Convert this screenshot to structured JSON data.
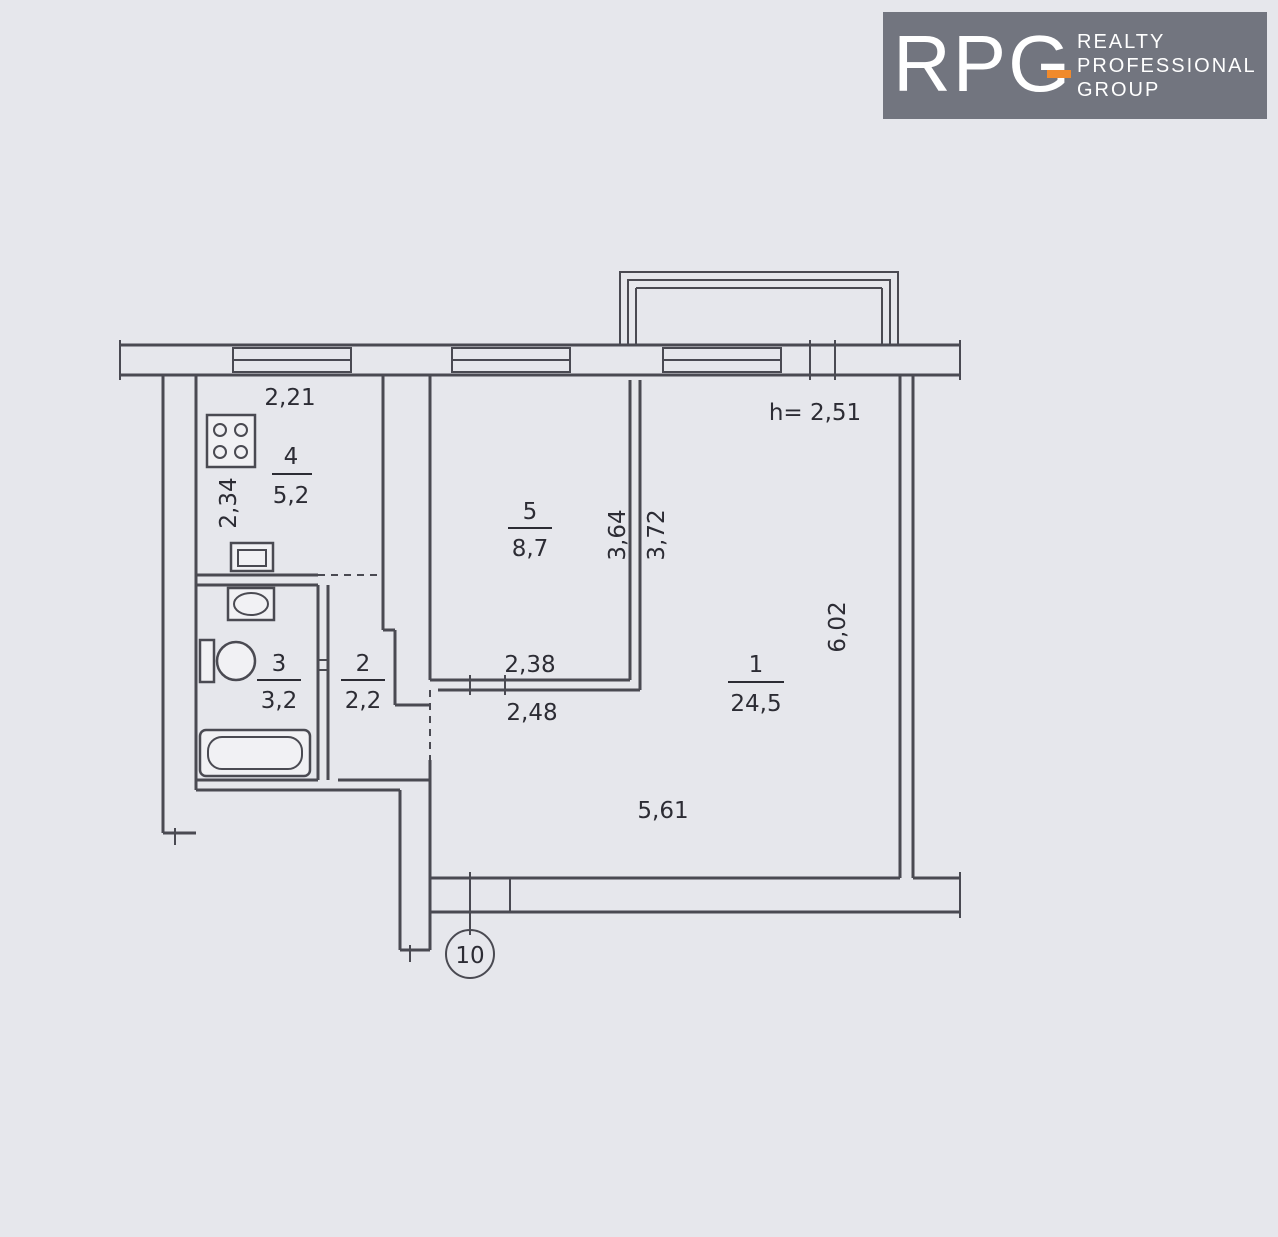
{
  "logo": {
    "mark": "RPG",
    "line1": "REALTY",
    "line2": "PROFESSIONAL",
    "line3": "GROUP",
    "colors": {
      "background": "#72757f",
      "accent": "#f08a2c",
      "text": "#ffffff"
    }
  },
  "plan": {
    "ceiling_height": "h= 2,51",
    "axis_marker": "10",
    "rooms": [
      {
        "number": "1",
        "area": "24,5"
      },
      {
        "number": "2",
        "area": "2,2"
      },
      {
        "number": "3",
        "area": "3,2"
      },
      {
        "number": "4",
        "area": "5,2"
      },
      {
        "number": "5",
        "area": "8,7"
      }
    ],
    "dimensions": {
      "kitchen_width": "2,21",
      "kitchen_depth": "2,34",
      "bedroom_width_inner": "2,38",
      "bedroom_width_outer": "2,48",
      "bedroom_depth_inner": "3,64",
      "bedroom_depth_outer": "3,72",
      "living_depth": "6,02",
      "living_width": "5,61"
    }
  }
}
